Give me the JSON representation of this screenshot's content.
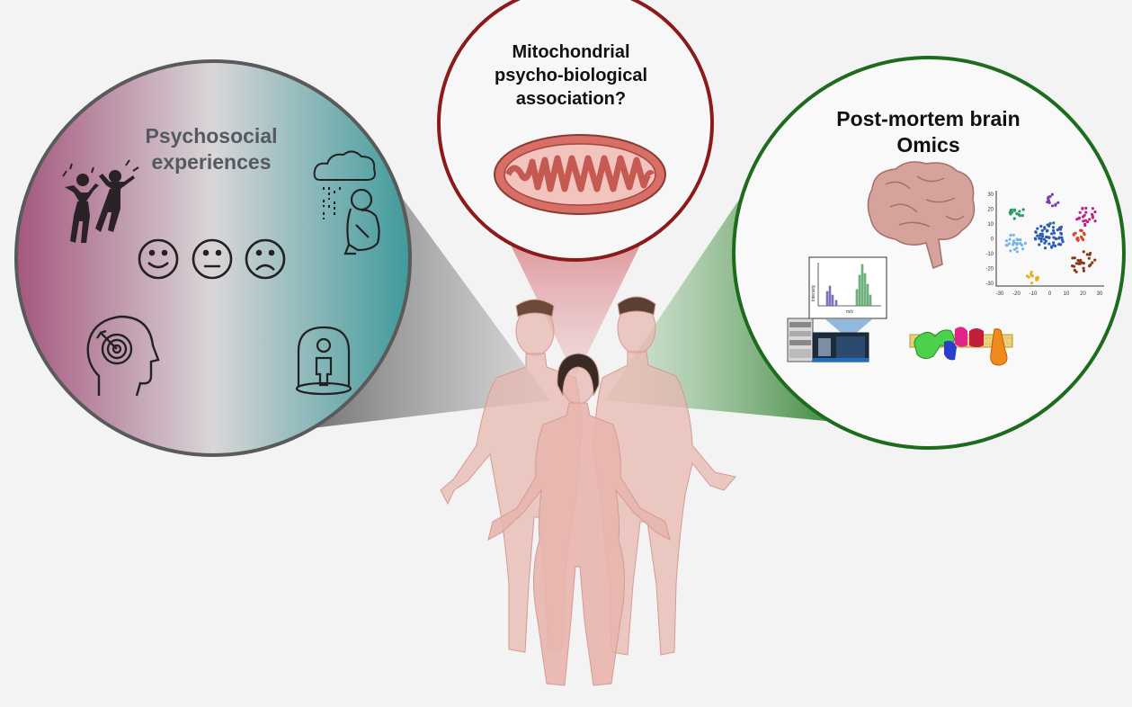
{
  "left_panel": {
    "title_line1": "Psychosocial",
    "title_line2": "experiences"
  },
  "center_panel": {
    "title_line1": "Mitochondrial",
    "title_line2": "psycho-biological",
    "title_line3": "association?"
  },
  "right_panel": {
    "title_line1": "Post-mortem brain",
    "title_line2": "Omics"
  },
  "spectrum_plot": {
    "ylabel": "Intensity",
    "xlabel": "m/z"
  },
  "tsne_plot": {
    "x_ticks": [
      "-30",
      "-20",
      "-10",
      "0",
      "10",
      "20",
      "30"
    ],
    "y_ticks": [
      "30",
      "20",
      "10",
      "0",
      "-10",
      "-20",
      "-30"
    ]
  },
  "colors": {
    "left_ring": "#5a5a5a",
    "center_ring": "#8b1a1a",
    "right_ring": "#1e6b1e",
    "mito_fill": "#e08f87",
    "body_fill": "#e8b5ad"
  },
  "icons": [
    "celebrating-people-icon",
    "happy-face-icon",
    "neutral-face-icon",
    "sad-face-icon",
    "rain-cloud-icon",
    "sad-person-icon",
    "head-target-icon",
    "isolated-person-icon",
    "mitochondrion-icon",
    "brain-icon",
    "mass-spectrometer-icon",
    "membrane-proteins-icon"
  ]
}
